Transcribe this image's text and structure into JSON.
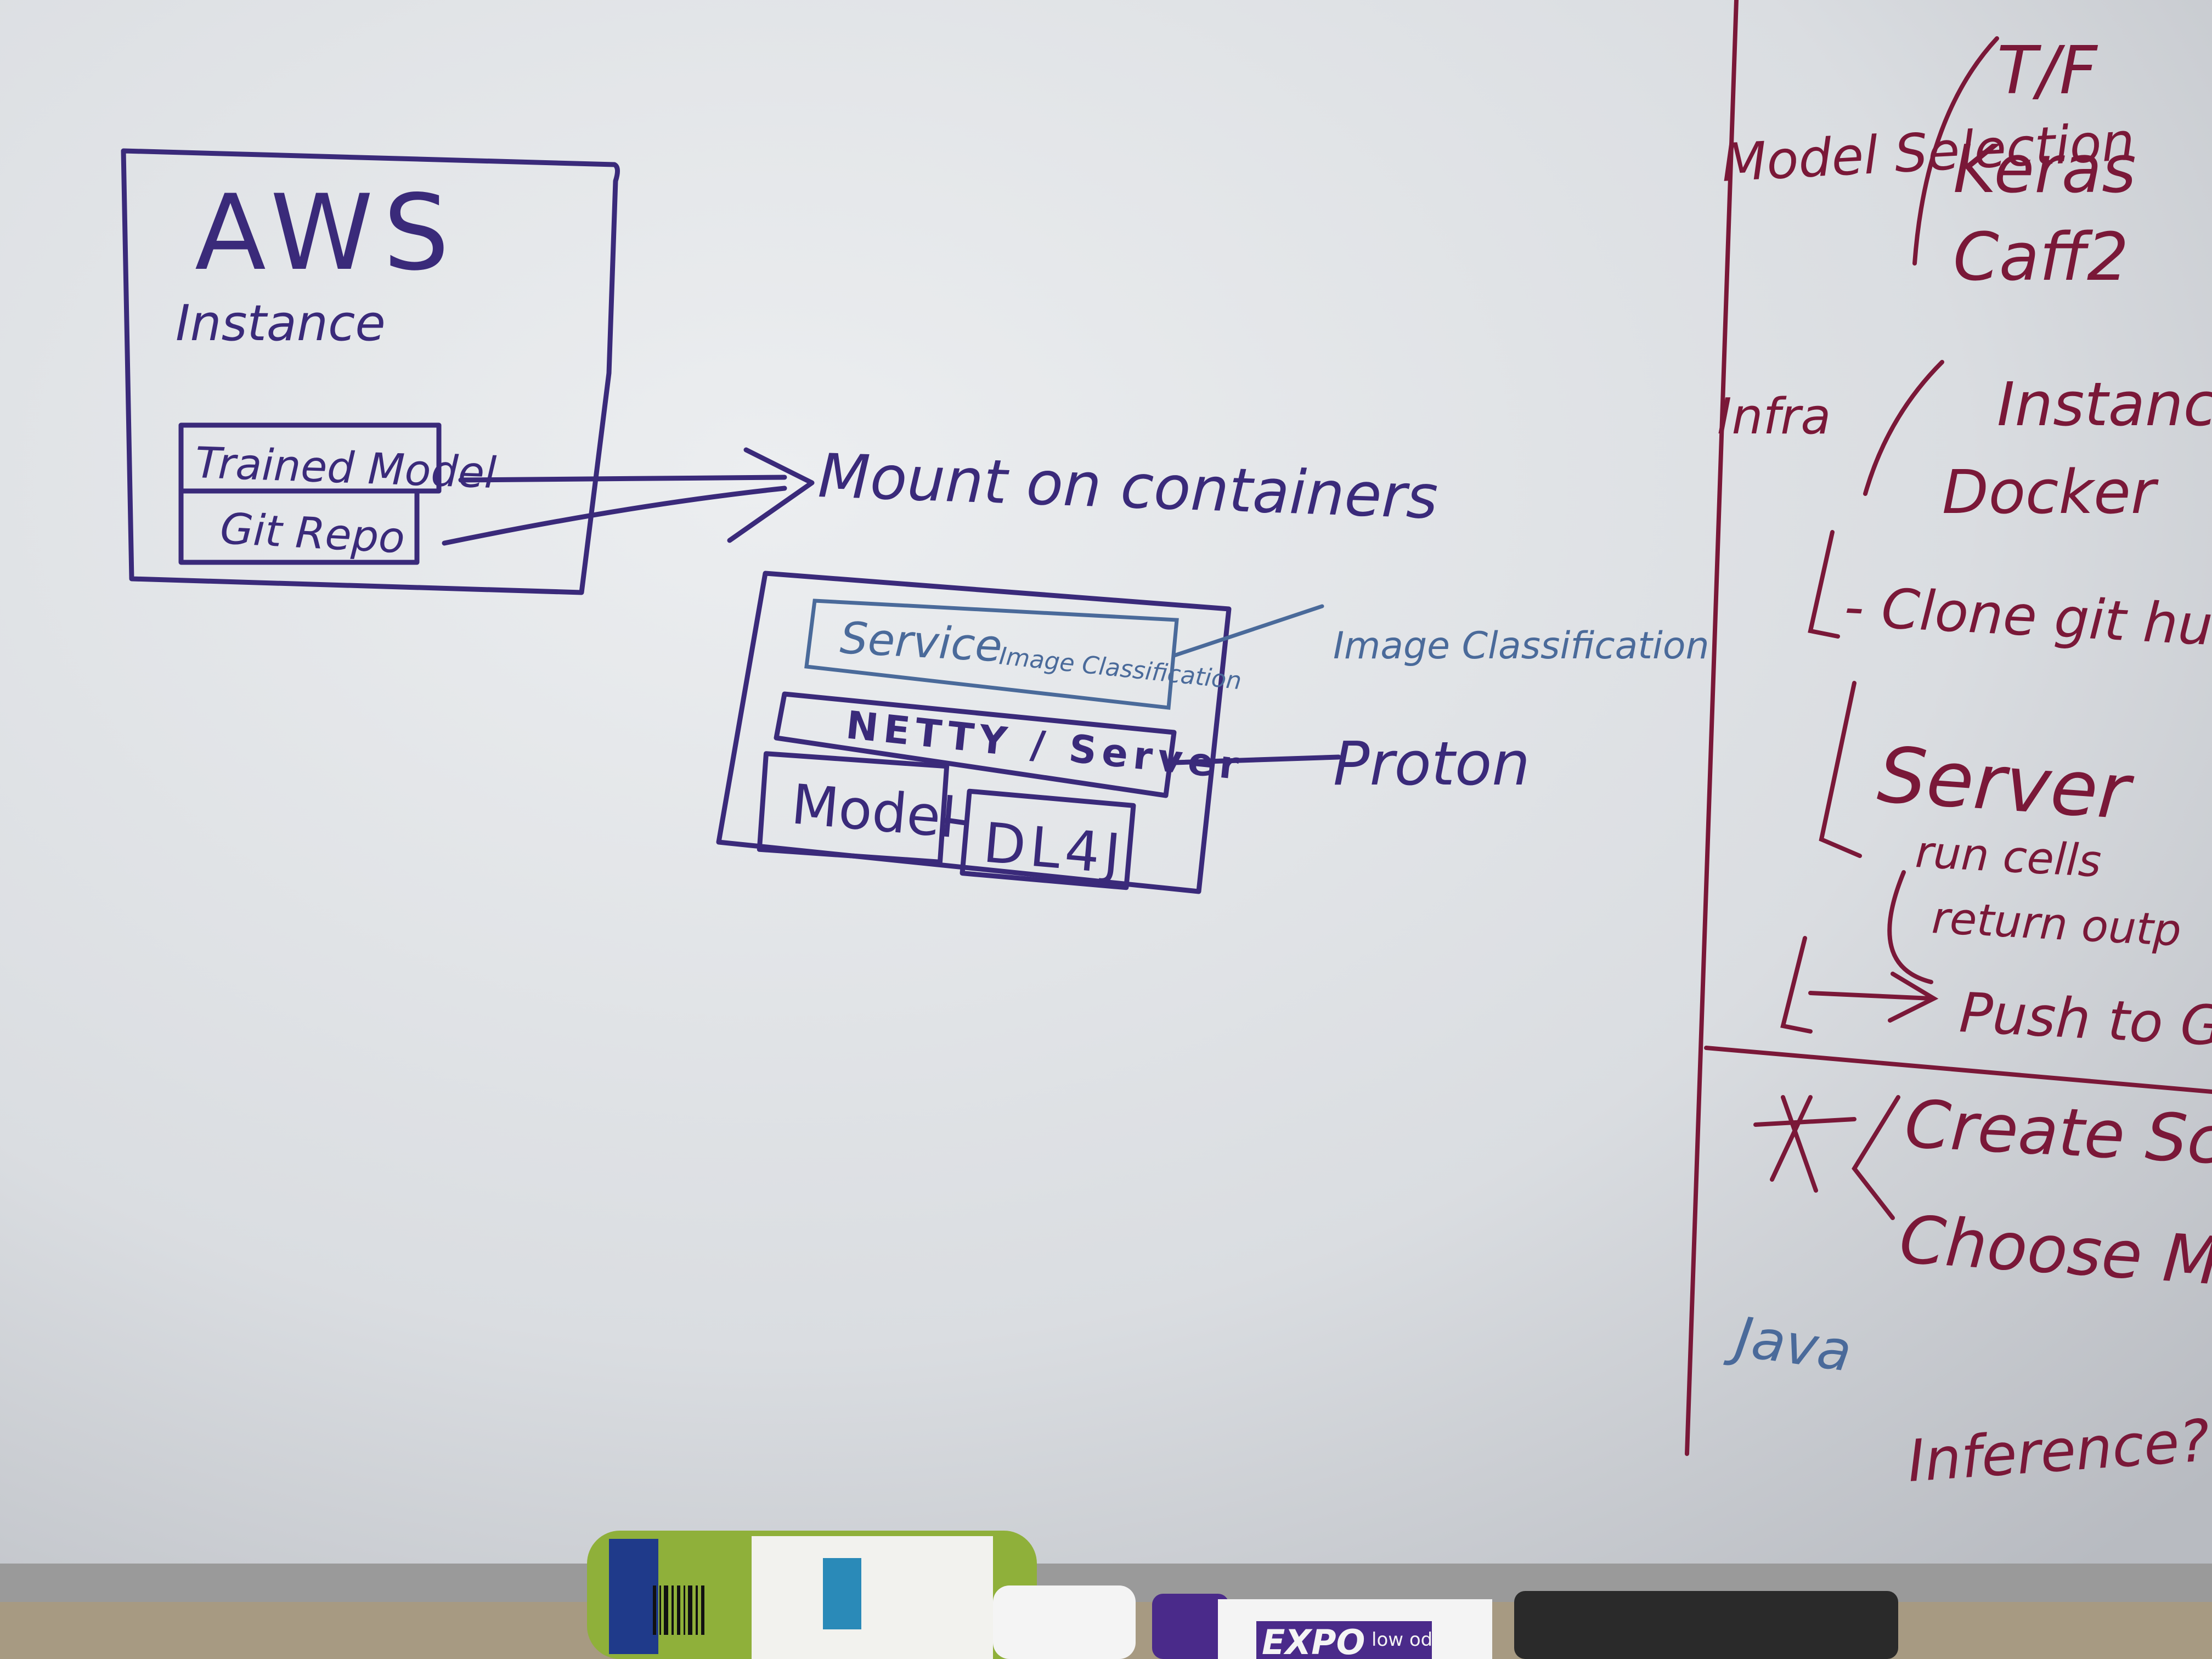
{
  "colors": {
    "board_light": "#e6e8eb",
    "board_shade": "#b9bcc2",
    "purple_ink": "#3a2a7a",
    "blue_ink": "#4a6a9a",
    "maroon_ink": "#7a1838",
    "tray": "#8a8a8a"
  },
  "left_diagram": {
    "aws_title": "AWS",
    "aws_subtitle": "Instance",
    "trained_model": "Trained Model",
    "git_repo": "Git Repo",
    "mount_label": "Mount on containers",
    "service_text": "Service",
    "service_image_class": "Image Classification",
    "netty_server": "NETTY / Server",
    "model_box": "Model",
    "dl4j_box": "DL4J",
    "image_class_note": "Image Classification",
    "proton_label": "Proton"
  },
  "right_notes": {
    "model_selection": "Model Selection",
    "model_options": [
      "T/F",
      "Keras",
      "Caff2"
    ],
    "infra": "Infra",
    "infra_options": [
      "Instance",
      "Docker"
    ],
    "clone": "- Clone git hu",
    "server": "Server",
    "run_cells": "run cells",
    "return_output": "return outp",
    "push_to": "Push to Gi",
    "create": "Create Sc",
    "choose": "Choose M",
    "java": "Java",
    "inference": "Inference?"
  },
  "props": {
    "expo_brand": "EXPO",
    "expo_tag": "low odor"
  }
}
